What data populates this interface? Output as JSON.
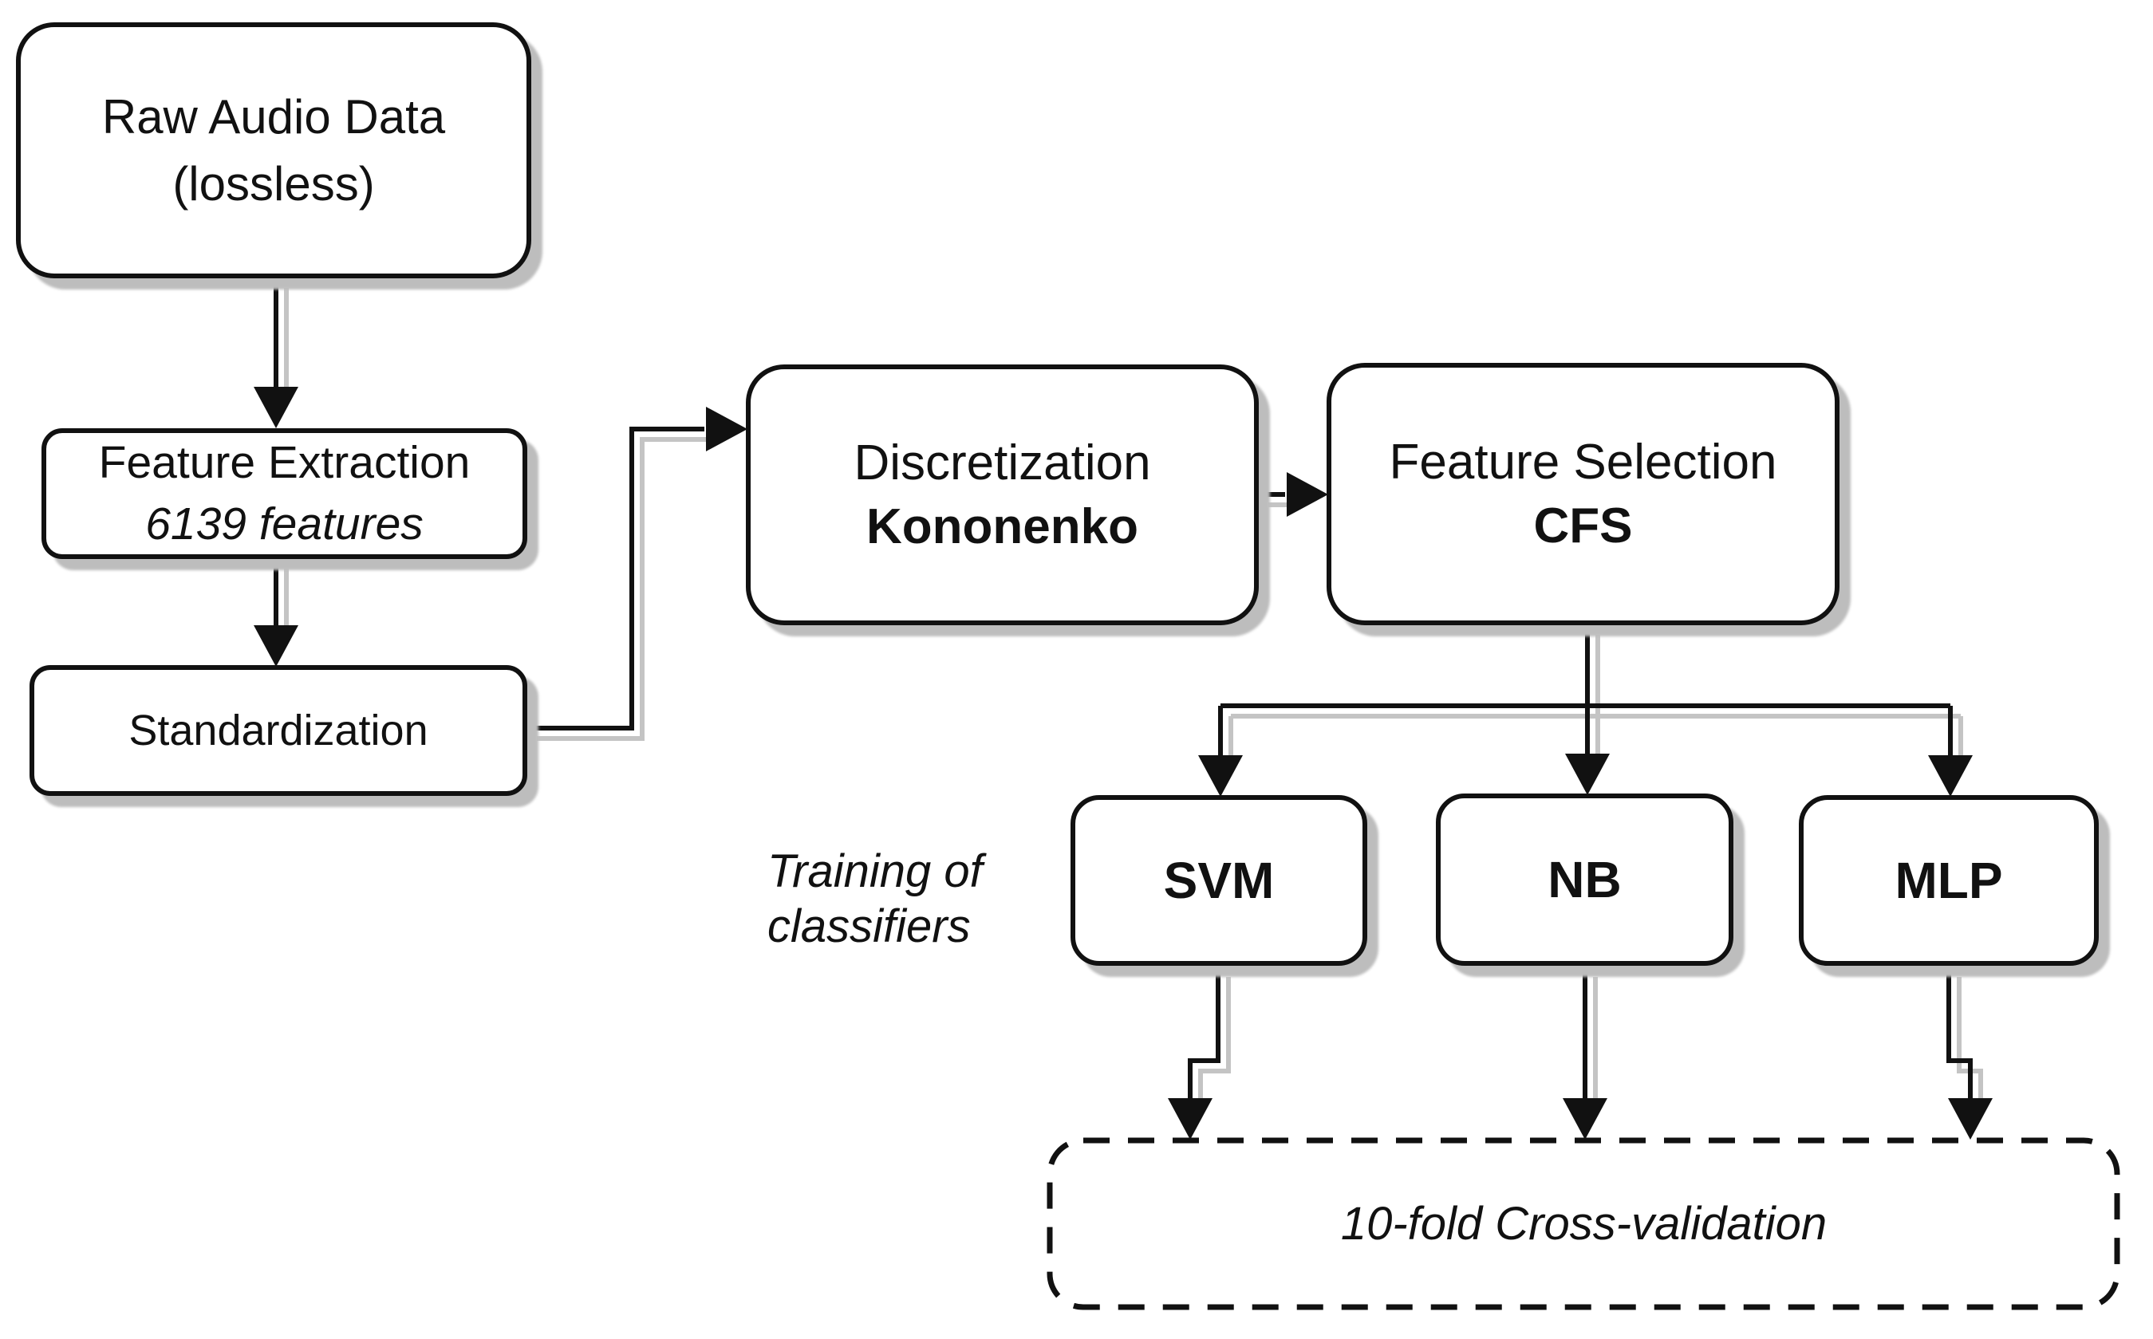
{
  "diagram": {
    "title": "Audio classification pipeline flowchart",
    "nodes": {
      "raw_audio": {
        "line1": "Raw Audio Data",
        "line2": "(lossless)"
      },
      "feature_extraction": {
        "line1": "Feature Extraction",
        "line2": "6139 features"
      },
      "standardization": {
        "label": "Standardization"
      },
      "discretization": {
        "line1": "Discretization",
        "line2": "Kononenko"
      },
      "feature_selection": {
        "line1": "Feature Selection",
        "line2": "CFS"
      },
      "svm": {
        "label": "SVM"
      },
      "nb": {
        "label": "NB"
      },
      "mlp": {
        "label": "MLP"
      },
      "cross_validation": {
        "label": "10-fold Cross-validation"
      }
    },
    "annotations": {
      "training": {
        "line1": "Training of",
        "line2": "classifiers"
      }
    },
    "edges": [
      {
        "from": "raw_audio",
        "to": "feature_extraction"
      },
      {
        "from": "feature_extraction",
        "to": "standardization"
      },
      {
        "from": "standardization",
        "to": "discretization"
      },
      {
        "from": "discretization",
        "to": "feature_selection"
      },
      {
        "from": "feature_selection",
        "to": "svm"
      },
      {
        "from": "feature_selection",
        "to": "nb"
      },
      {
        "from": "feature_selection",
        "to": "mlp"
      },
      {
        "from": "svm",
        "to": "cross_validation"
      },
      {
        "from": "nb",
        "to": "cross_validation"
      },
      {
        "from": "mlp",
        "to": "cross_validation"
      }
    ],
    "colors": {
      "stroke": "#111111",
      "node_fill": "#ffffff",
      "shadow": "#c4c4c4",
      "text": "#111111",
      "background": "#ffffff"
    }
  }
}
